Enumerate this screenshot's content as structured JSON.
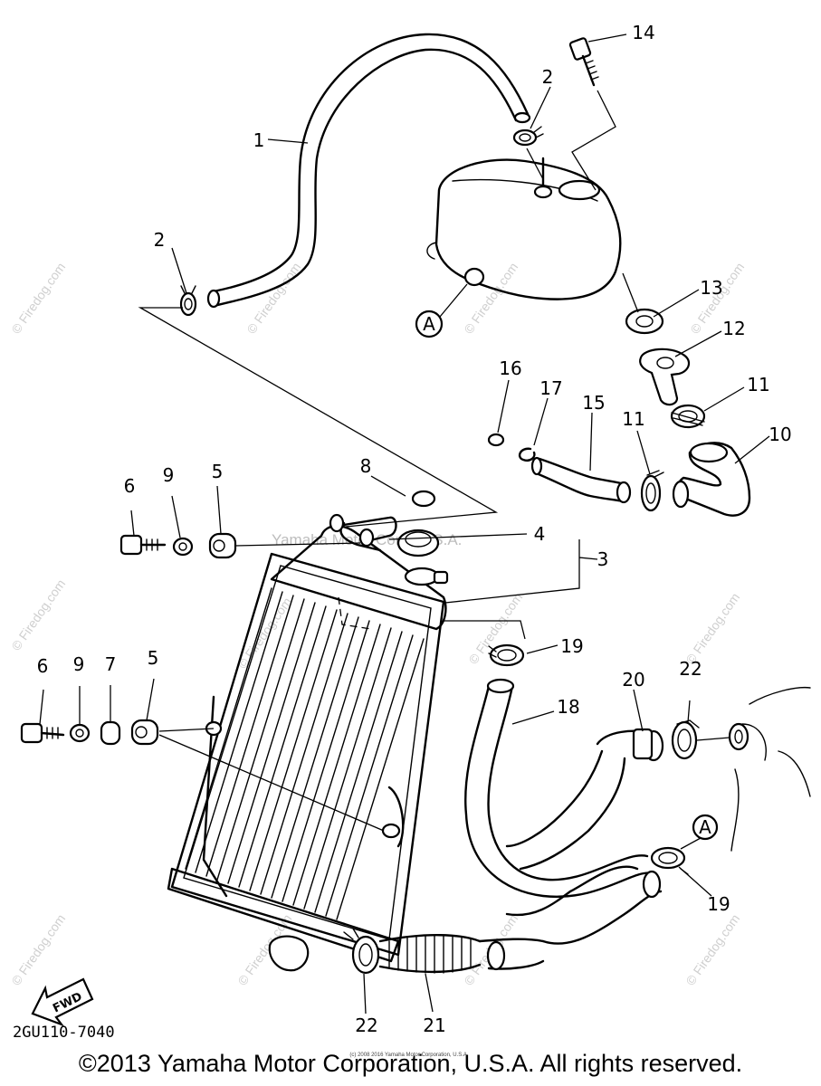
{
  "watermark": {
    "brand": "© Firedog.com",
    "center_text": "Yamaha Motor Corp, U.S.A.",
    "small_copy": "(c) 2008 2016 Yamaha Motor Corporation, U.S.A."
  },
  "callouts": {
    "p1": "1",
    "p2a": "2",
    "p2b": "2",
    "p3": "3",
    "p4": "4",
    "p5a": "5",
    "p5b": "5",
    "p6a": "6",
    "p6b": "6",
    "p7": "7",
    "p8": "8",
    "p9a": "9",
    "p9b": "9",
    "p10": "10",
    "p11a": "11",
    "p11b": "11",
    "p12": "12",
    "p13": "13",
    "p14": "14",
    "p15": "15",
    "p16": "16",
    "p17": "17",
    "p18": "18",
    "p19a": "19",
    "p19b": "19",
    "p20": "20",
    "p21": "21",
    "p22a": "22",
    "p22b": "22"
  },
  "refs": {
    "a_top": "A",
    "a_bottom": "A"
  },
  "fwd_label": "FWD",
  "drawing_code": "2GU110-7040",
  "copyright": "©2013 Yamaha Motor Corporation, U.S.A. All rights reserved."
}
